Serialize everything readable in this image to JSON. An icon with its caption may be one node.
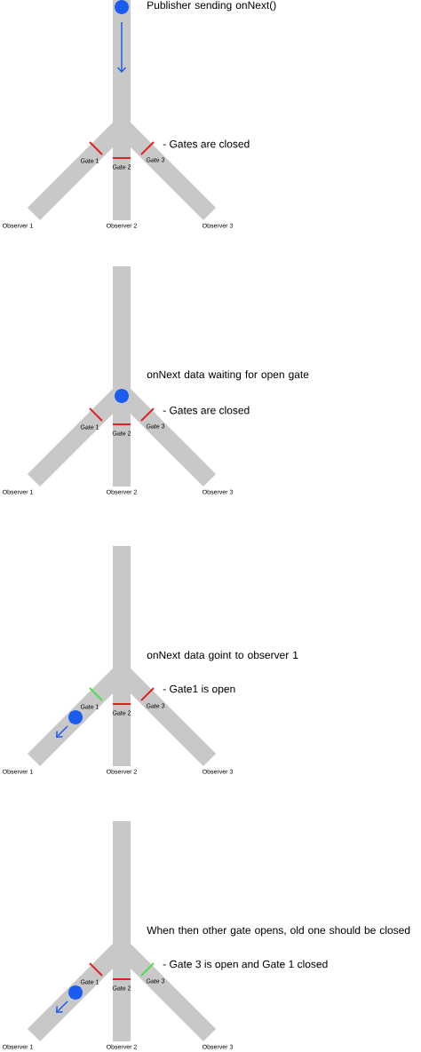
{
  "diagram": {
    "labels": [
      "Publisher sending onNext()",
      "- Gates are closed",
      "Gate 1",
      "Gate 3",
      "Gate 2",
      "Observer 1",
      "Observer 2",
      "Observer 3",
      "onNext data waiting for open gate",
      "- Gates are closed",
      "Gate 1",
      "Gate 3",
      "Gate 2",
      "Observer 1",
      "Observer 2",
      "Observer 3",
      "onNext data goint to observer 1",
      "- Gate1 is open",
      "Gate 1",
      "Gate 3",
      "Gate 2",
      "Observer 1",
      "Observer 2",
      "Observer 3",
      "When then other gate opens, old one should be closed",
      "- Gate 3 is open and Gate 1 closed",
      "Gate 1",
      "Gate 3",
      "Gate 2",
      "Observer 1",
      "Observer 2",
      "Observer 3"
    ]
  }
}
